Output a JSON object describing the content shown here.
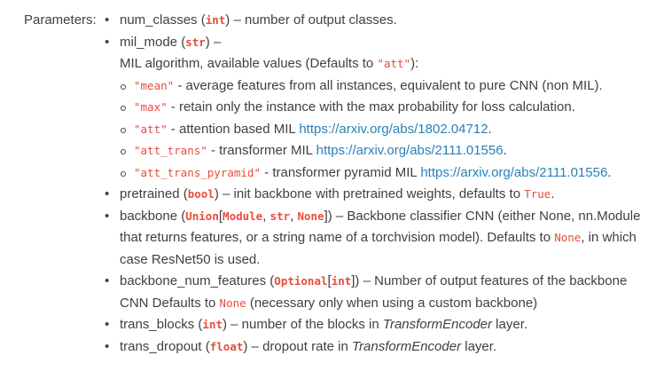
{
  "label": "Parameters:",
  "params": [
    {
      "name": "num_classes",
      "type": "int",
      "desc": " – number of output classes."
    },
    {
      "name": "mil_mode",
      "type": "str",
      "desc_tail": " –",
      "intro": "MIL algorithm, available values (Defaults to ",
      "intro_default": "\"att\"",
      "intro_end": "):",
      "options": [
        {
          "code": "\"mean\"",
          "desc": " - average features from all instances, equivalent to pure CNN (non MIL)."
        },
        {
          "code": "\"max\"",
          "desc": " - retain only the instance with the max probability for loss calculation."
        },
        {
          "code": "\"att\"",
          "desc": " - attention based MIL ",
          "link": "https://arxiv.org/abs/1802.04712",
          "end": "."
        },
        {
          "code": "\"att_trans\"",
          "desc": " - transformer MIL ",
          "link": "https://arxiv.org/abs/2111.01556",
          "end": "."
        },
        {
          "code": "\"att_trans_pyramid\"",
          "desc": " - transformer pyramid MIL ",
          "link": "https://arxiv.org/abs/2111.01556",
          "end": "."
        }
      ]
    },
    {
      "name": "pretrained",
      "type": "bool",
      "desc": " – init backbone with pretrained weights, defaults to ",
      "default": "True",
      "end": "."
    },
    {
      "name": "backbone",
      "type_union": "Union",
      "type_a": "Module",
      "type_b": "str",
      "type_c": "None",
      "desc": " – Backbone classifier CNN (either None, nn.Module that returns features, or a string name of a torchvision model). Defaults to ",
      "default": "None",
      "end": ", in which case ResNet50 is used."
    },
    {
      "name": "backbone_num_features",
      "type_opt": "Optional",
      "type_inner": "int",
      "desc": " – Number of output features of the backbone CNN Defaults to ",
      "default": "None",
      "end": " (necessary only when using a custom backbone)"
    },
    {
      "name": "trans_blocks",
      "type": "int",
      "desc": " – number of the blocks in ",
      "emph": "TransformEncoder",
      "end": " layer."
    },
    {
      "name": "trans_dropout",
      "type": "float",
      "desc": " – dropout rate in ",
      "emph": "TransformEncoder",
      "end": " layer."
    }
  ]
}
